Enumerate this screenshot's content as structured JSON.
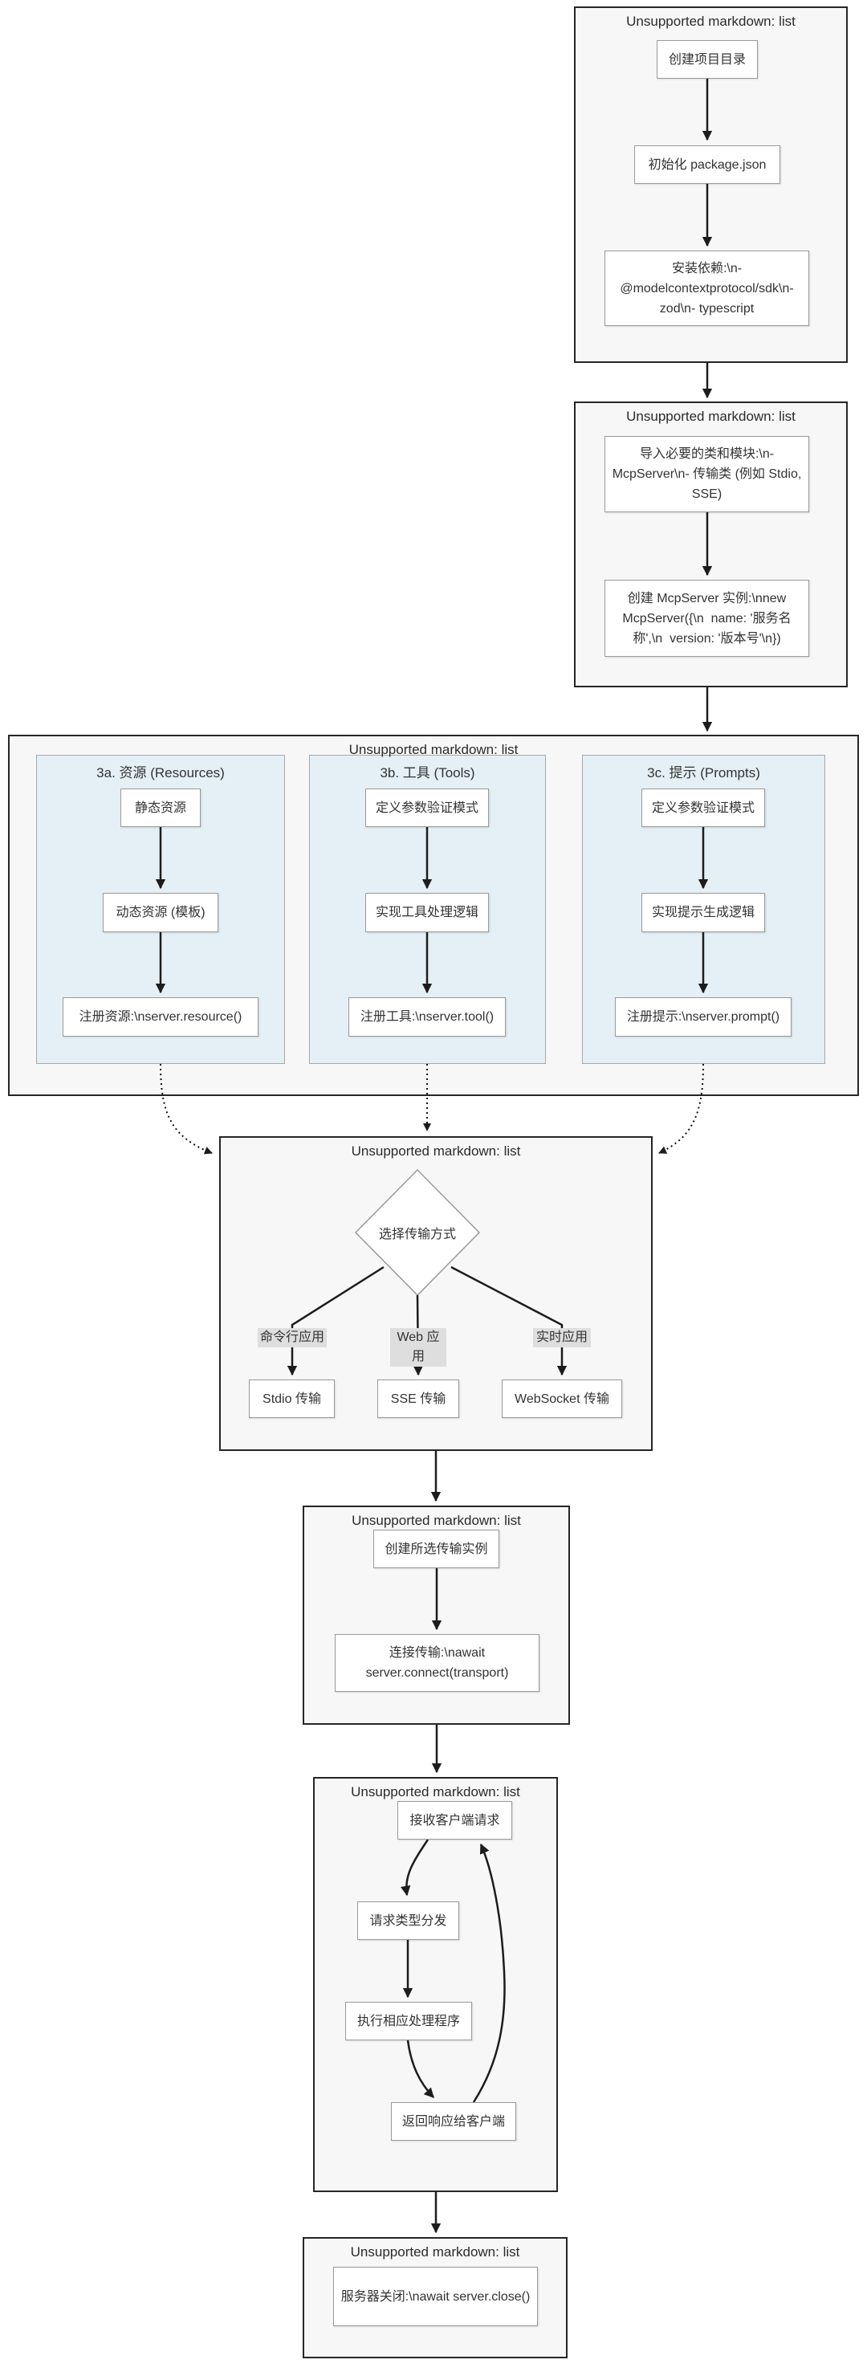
{
  "colors": {
    "panel_fill": "#f7f7f7",
    "panel_border": "#262626",
    "subgraph_fill": "#e4f0f6",
    "node_fill": "#ffffff",
    "node_border": "#9a9a9a",
    "edge_label_bg": "#dedede",
    "line_color": "#1c1c1c"
  },
  "sections": {
    "s1": {
      "title": "Unsupported markdown: list",
      "nodes": [
        "创建项目目录",
        "初始化 package.json",
        "安装依赖:\\n- @modelcontextprotocol/sdk\\n- zod\\n- typescript"
      ]
    },
    "s2": {
      "title": "Unsupported markdown: list",
      "nodes": [
        "导入必要的类和模块:\\n- McpServer\\n- 传输类 (例如 Stdio, SSE)",
        "创建 McpServer 实例:\\nnew McpServer({\\n  name: '服务名称',\\n  version: '版本号'\\n})"
      ]
    },
    "s3": {
      "title": "Unsupported markdown: list",
      "subgraphs": [
        {
          "title": "3a. 资源 (Resources)",
          "nodes": [
            "静态资源",
            "动态资源 (模板)",
            "注册资源:\\nserver.resource()"
          ]
        },
        {
          "title": "3b. 工具 (Tools)",
          "nodes": [
            "定义参数验证模式",
            "实现工具处理逻辑",
            "注册工具:\\nserver.tool()"
          ]
        },
        {
          "title": "3c. 提示 (Prompts)",
          "nodes": [
            "定义参数验证模式",
            "实现提示生成逻辑",
            "注册提示:\\nserver.prompt()"
          ]
        }
      ]
    },
    "s4": {
      "title": "Unsupported markdown: list",
      "decision": "选择传输方式",
      "branches": [
        {
          "edge_label": "命令行应用",
          "node": "Stdio 传输"
        },
        {
          "edge_label": "Web 应用",
          "node": "SSE 传输"
        },
        {
          "edge_label": "实时应用",
          "node": "WebSocket 传输"
        }
      ]
    },
    "s5": {
      "title": "Unsupported markdown: list",
      "nodes": [
        "创建所选传输实例",
        "连接传输:\\nawait server.connect(transport)"
      ]
    },
    "s6": {
      "title": "Unsupported markdown: list",
      "nodes": [
        "接收客户端请求",
        "请求类型分发",
        "执行相应处理程序",
        "返回响应给客户端"
      ]
    },
    "s7": {
      "title": "Unsupported markdown: list",
      "nodes": [
        "服务器关闭:\\nawait server.close()"
      ]
    }
  }
}
